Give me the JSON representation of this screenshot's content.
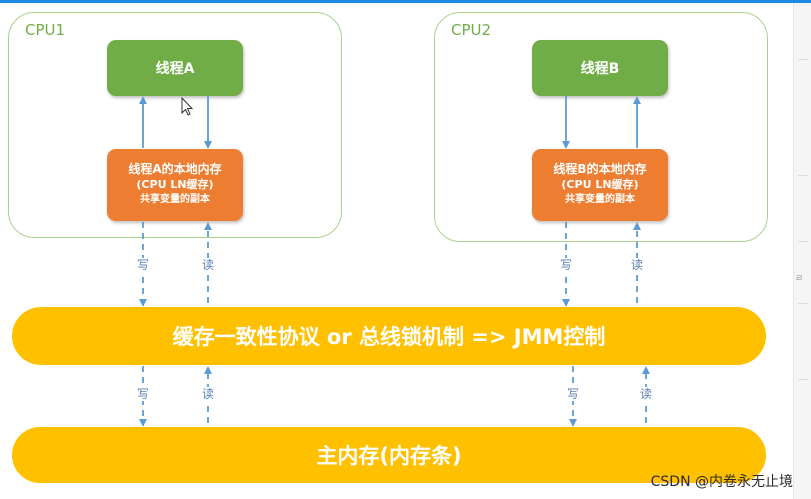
{
  "cpu1": {
    "label": "CPU1",
    "thread": "线程A",
    "local_memory": {
      "line1": "线程A的本地内存",
      "line2": "(CPU LN缓存)",
      "line3": "共享变量的副本"
    }
  },
  "cpu2": {
    "label": "CPU2",
    "thread": "线程B",
    "local_memory": {
      "line1": "线程B的本地内存",
      "line2": "(CPU LN缓存)",
      "line3": "共享变量的副本"
    }
  },
  "labels": {
    "write": "写",
    "read": "读"
  },
  "protocol_bar": "缓存一致性协议 or 总线锁机制 => JMM控制",
  "main_memory_bar": "主内存(内存条)",
  "watermark": "CSDN @内卷永无止境",
  "colors": {
    "thread": "#70ad47",
    "local_memory": "#ed7d31",
    "bars": "#ffc000",
    "cpu_border": "#a9d18e",
    "arrows": "#5b9bd5"
  }
}
